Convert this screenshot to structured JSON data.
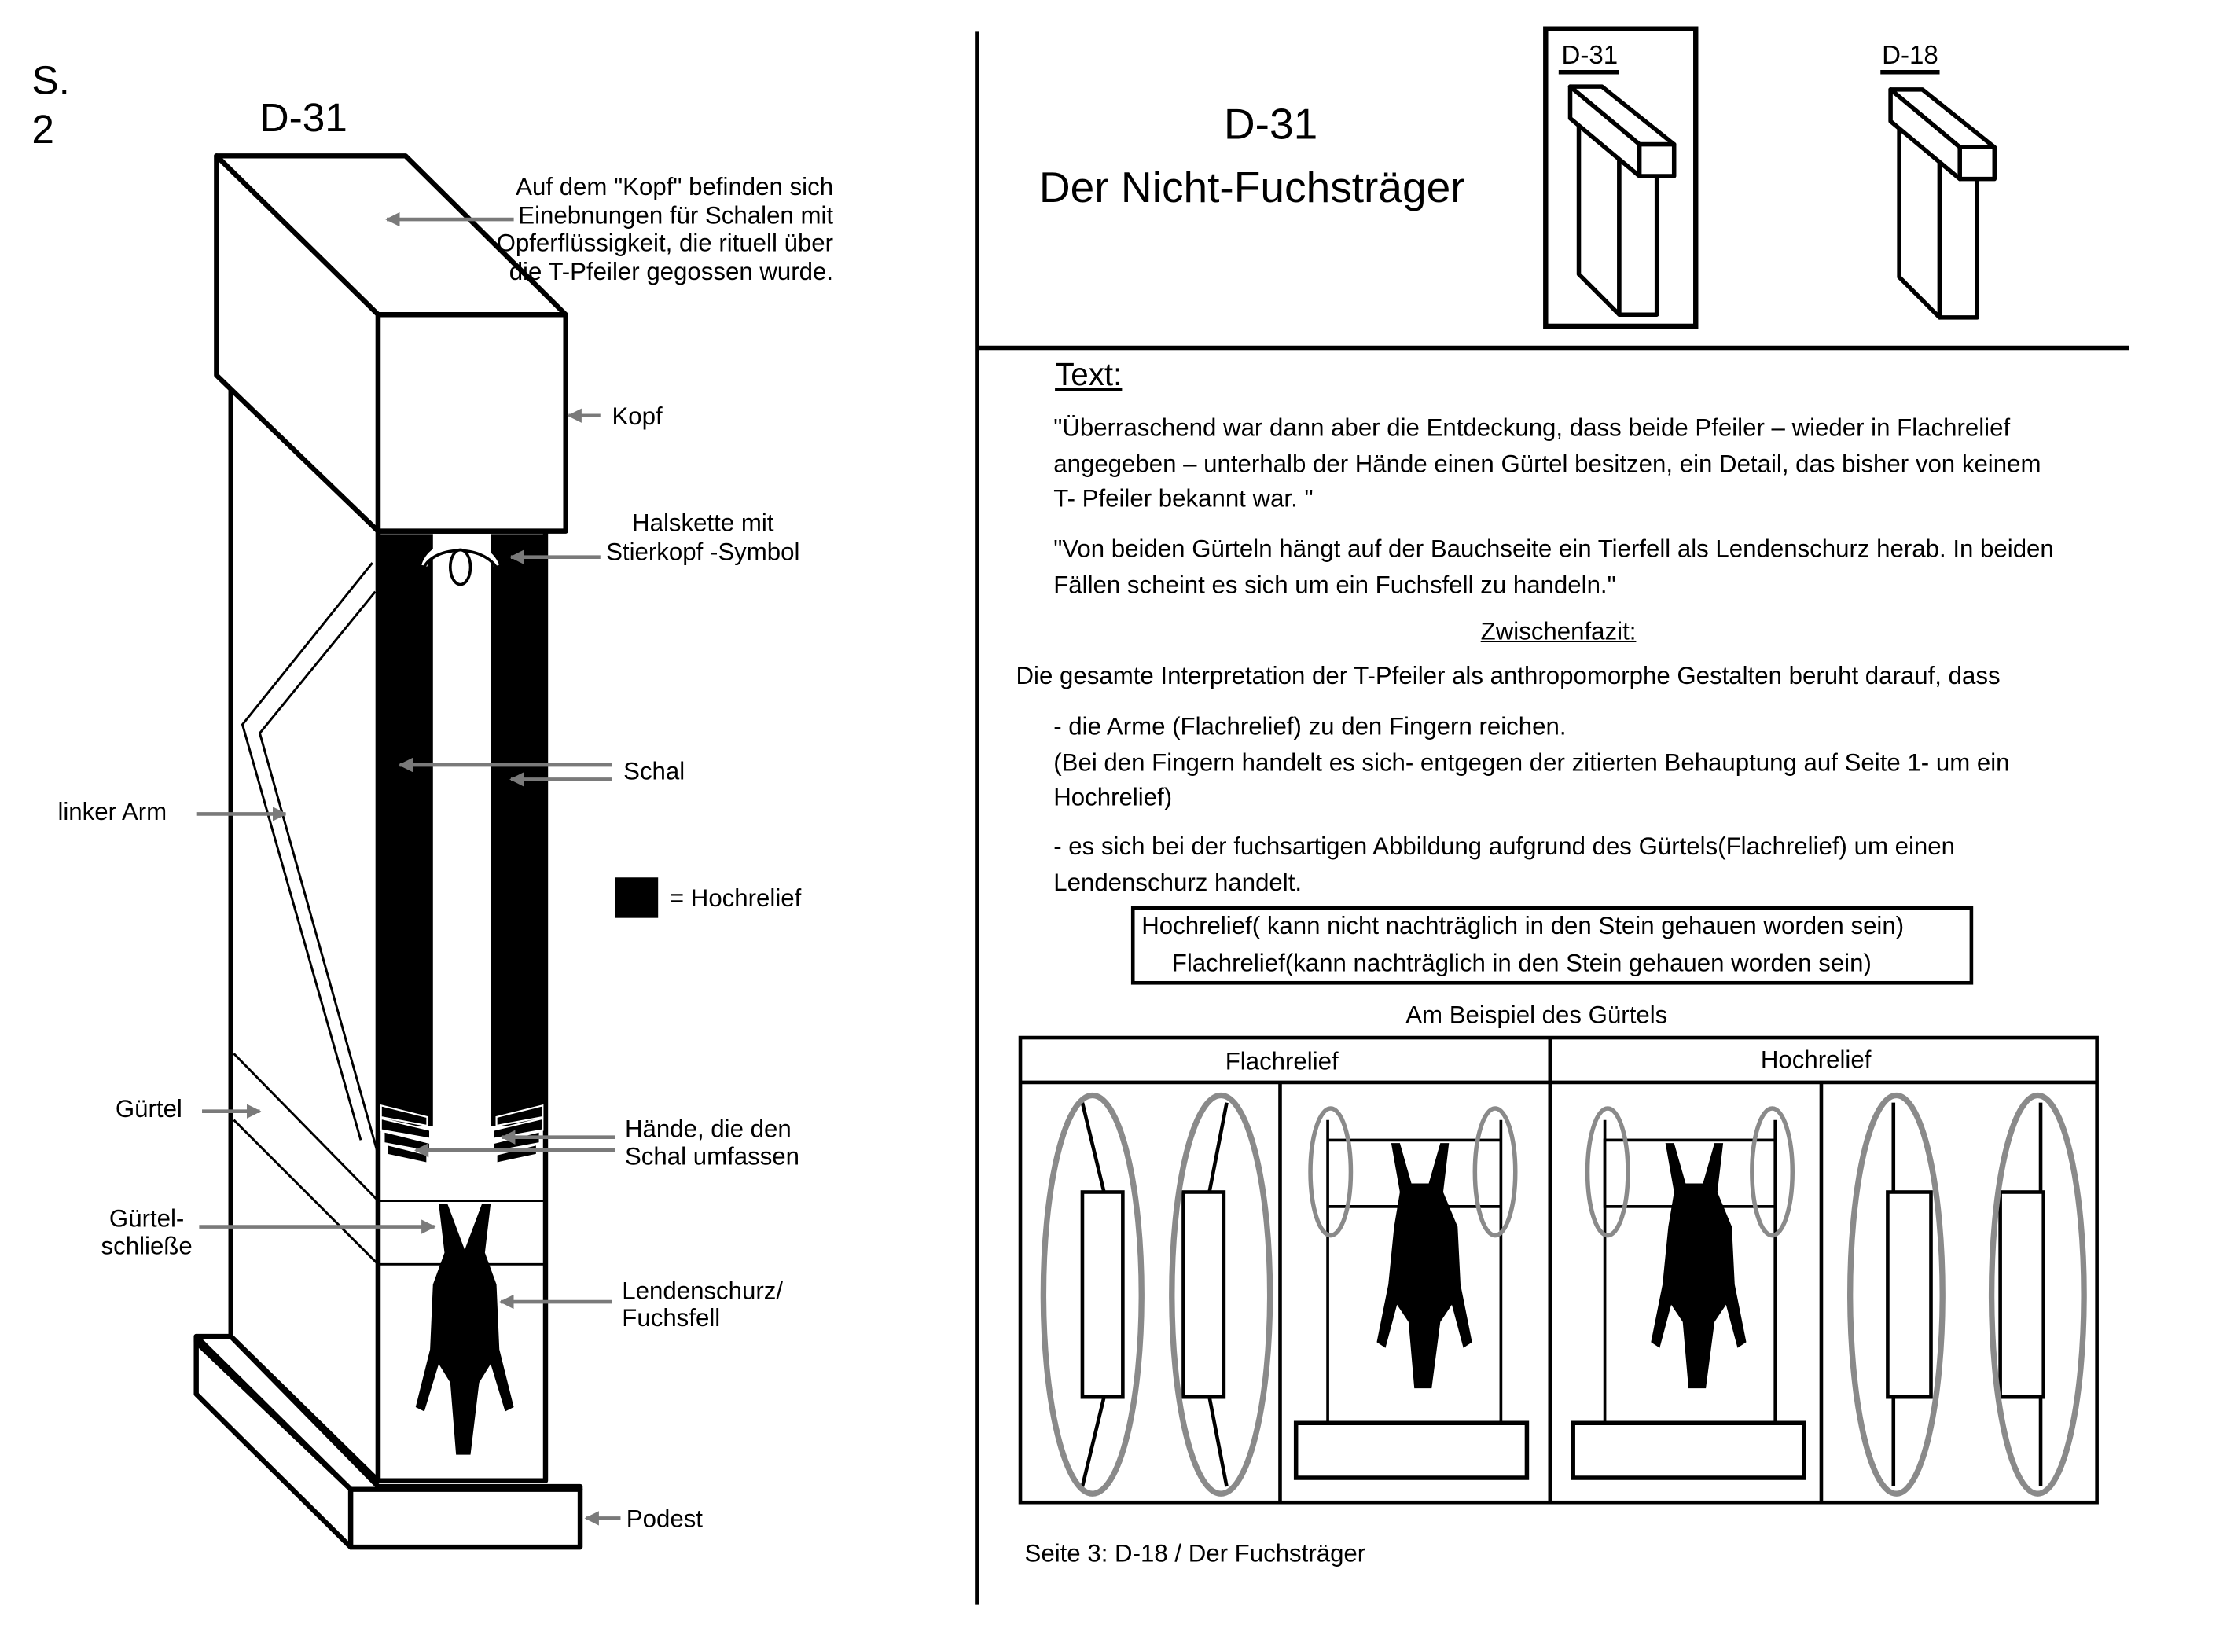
{
  "page": {
    "label_s": "S.",
    "label_num": "2"
  },
  "pillar": {
    "title": "D-31",
    "head_note": "Auf dem \"Kopf\" befinden sich\nEinebnungen für Schalen mit\nOpferflüssigkeit, die rituell über\ndie T-Pfeiler gegossen  wurde.",
    "kopf": "Kopf",
    "necklace": "Halskette mit\nStierkopf -Symbol",
    "schal": "Schal",
    "hochrelief_legend": "= Hochrelief",
    "left_arm": "linker Arm",
    "guertel": "Gürtel",
    "haende": "Hände, die den\nSchal umfassen",
    "guertelschliesse": "Gürtel-\nschließe",
    "lendenschurz": "Lendenschurz/\nFuchsfell",
    "podest": "Podest"
  },
  "header": {
    "title_line1": "D-31",
    "title_line2": "Der Nicht-Fuchsträger",
    "thumb_selected": "D-31",
    "thumb_other": "D-18"
  },
  "text": {
    "heading": "Text:",
    "quote1": "\"Überraschend war dann aber die Entdeckung, dass beide Pfeiler – wieder in Flachrelief\n  angegeben – unterhalb der Hände einen Gürtel besitzen, ein Detail, das bisher von keinem\n  T- Pfeiler bekannt war. \"",
    "quote2": "\"Von beiden Gürteln hängt auf der Bauchseite ein Tierfell als Lendenschurz herab. In beiden\n  Fällen scheint es sich um ein Fuchsfell zu handeln.\"",
    "zwischenfazit": "Zwischenfazit:",
    "intro": "Die gesamte Interpretation der T-Pfeiler als anthropomorphe Gestalten beruht darauf, dass",
    "bullet1": "- die Arme (Flachrelief) zu den Fingern  reichen.\n (Bei den Fingern handelt es sich- entgegen der zitierten Behauptung auf Seite 1- um ein\n  Hochrelief)",
    "bullet2": "- es sich bei der fuchsartigen Abbildung aufgrund des Gürtels(Flachrelief) um einen\n  Lendenschurz handelt.",
    "box_line1": "Hochrelief( kann nicht nachträglich in den Stein gehauen worden sein)",
    "box_line2": "Flachrelief(kann nachträglich in den Stein gehauen worden sein)"
  },
  "example": {
    "caption": "Am Beispiel des Gürtels",
    "col_flach": "Flachrelief",
    "col_hoch": "Hochrelief"
  },
  "footer": {
    "next_page": "Seite 3: D-18 / Der Fuchsträger"
  }
}
